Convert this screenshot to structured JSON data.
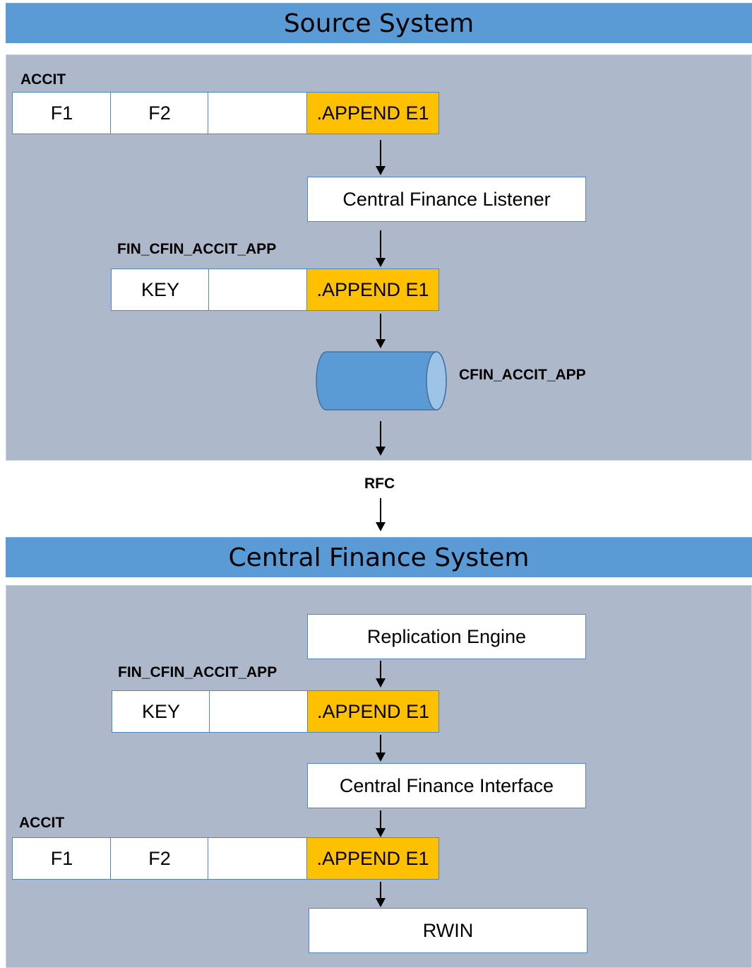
{
  "source": {
    "title": "Source System",
    "accit_label": "ACCIT",
    "accit_fields": [
      "F1",
      "F2",
      "",
      ".APPEND E1"
    ],
    "listener": "Central Finance Listener",
    "app_label": "FIN_CFIN_ACCIT_APP",
    "app_fields": [
      "KEY",
      "",
      ".APPEND E1"
    ],
    "table_name": "CFIN_ACCIT_APP"
  },
  "transport": {
    "label": "RFC"
  },
  "central": {
    "title": "Central Finance System",
    "engine": "Replication Engine",
    "app_label": "FIN_CFIN_ACCIT_APP",
    "app_fields": [
      "KEY",
      "",
      ".APPEND E1"
    ],
    "interface": "Central Finance Interface",
    "accit_label": "ACCIT",
    "accit_fields": [
      "F1",
      "F2",
      "",
      ".APPEND E1"
    ],
    "rwin": "RWIN"
  },
  "colors": {
    "header": "#5b9bd5",
    "panel": "#adb9ca",
    "append": "#ffc000",
    "border": "#4f86c6"
  }
}
